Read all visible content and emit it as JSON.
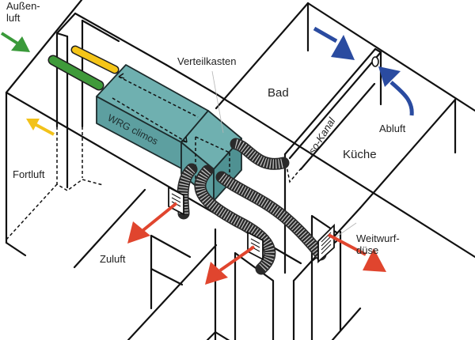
{
  "labels": {
    "aussenluft": "Außen-\nluft",
    "aussenluft_line1": "Außen-",
    "aussenluft_line2": "luft",
    "fortluft": "Fortluft",
    "verteilkasten": "Verteilkasten",
    "bad": "Bad",
    "kueche": "Küche",
    "abluft": "Abluft",
    "iso_kanal": "iso-Kanal",
    "wrg_climos": "WRG climos",
    "zuluft": "Zuluft",
    "weitwurf_line1": "Weitwurf-",
    "weitwurf_line2": "düse"
  },
  "colors": {
    "aussenluft_arrow": "#3a9a3a",
    "fortluft_arrow": "#f2c21a",
    "abluft_arrow": "#2a4ba0",
    "zuluft_arrow": "#e0452e",
    "unit_body": "#5fa3a3",
    "unit_top": "#6fb0b0",
    "hose": "#c8c8c8",
    "green_pipe": "#3f9a3a",
    "yellow_pipe": "#f5c518"
  }
}
